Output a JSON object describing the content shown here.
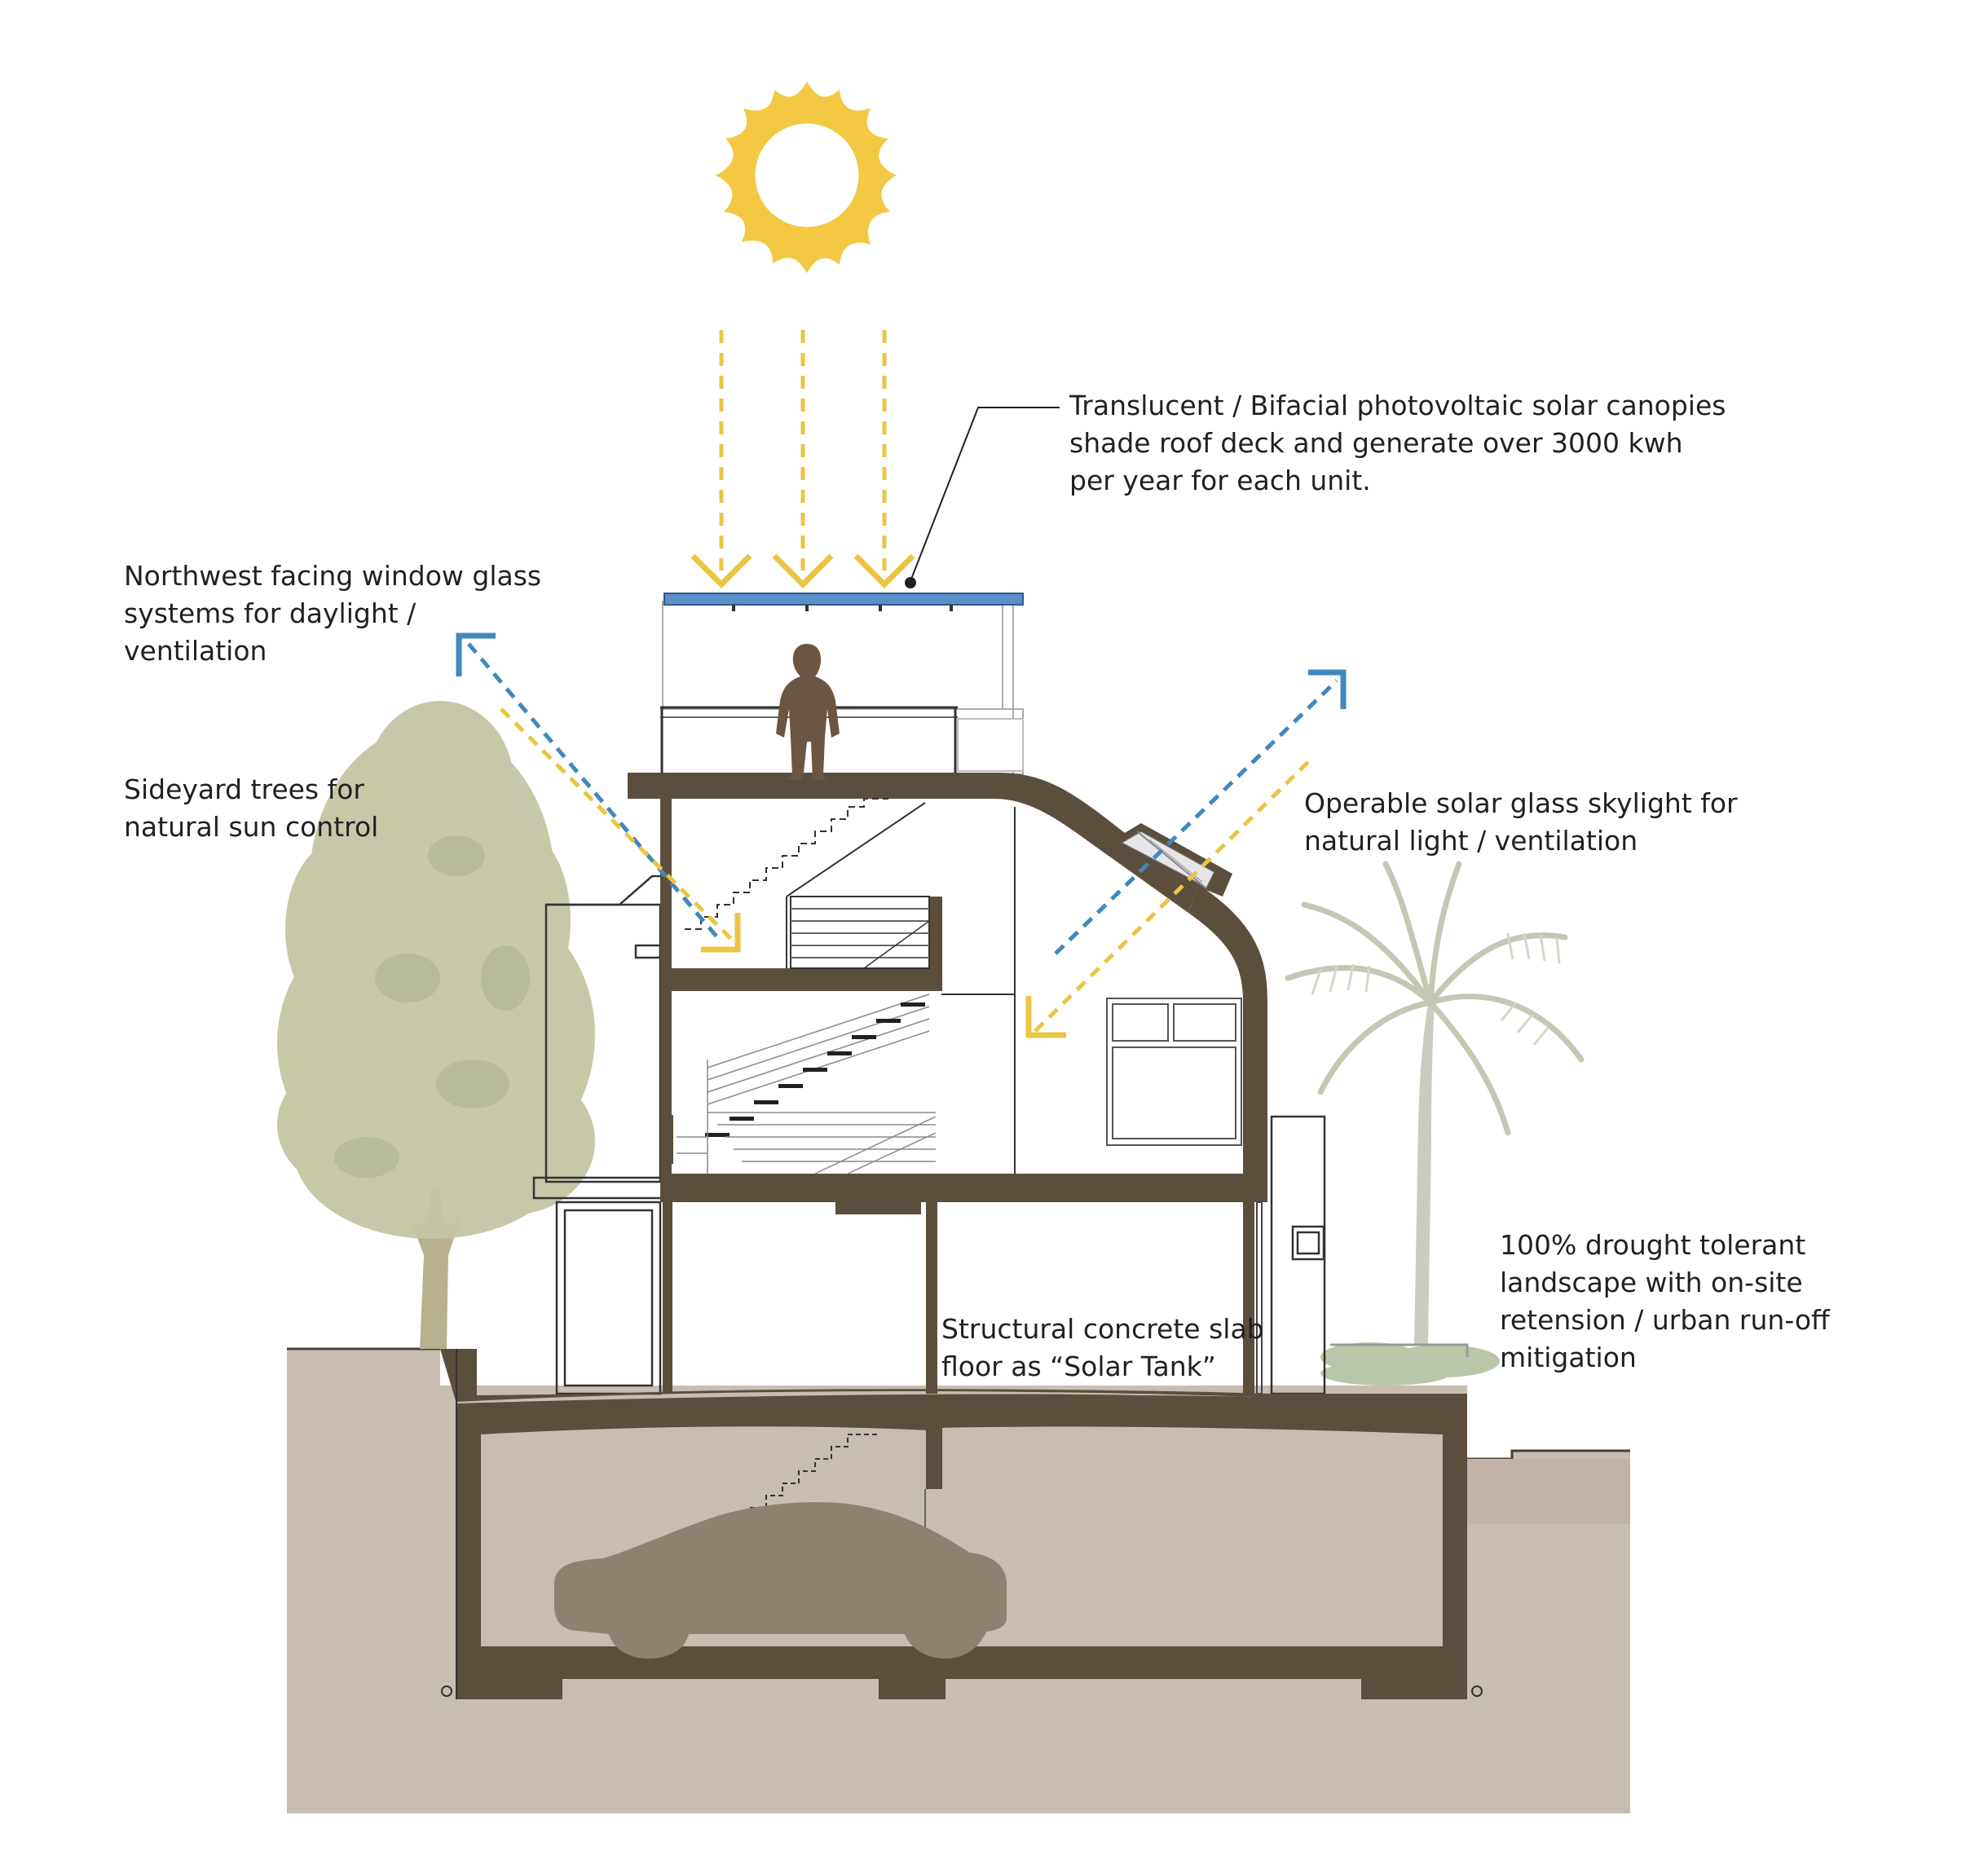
{
  "colors": {
    "ground": "#c7bdb1",
    "concrete": "#5c4e3d",
    "sun": "#f3c842",
    "sun_light": "#fbe9a6",
    "sunlight_arrow": "#ecc443",
    "air_arrow": "#3f88bd",
    "solar_panel": "#5b8fca",
    "tree": "#c3c6a4",
    "palm": "#c7cdb9",
    "car": "#8f8170",
    "person": "#6a5642"
  },
  "icons": [
    "sun-icon",
    "person-silhouette-icon",
    "car-silhouette-icon",
    "deciduous-tree-icon",
    "palm-tree-icon"
  ],
  "labels": {
    "solar_canopy": [
      "Translucent / Bifacial photovoltaic solar canopies",
      "shade roof deck and generate over 3000 kwh",
      "per year for each unit."
    ],
    "window_glass": [
      "Northwest facing window glass",
      "systems for daylight /",
      "ventilation"
    ],
    "trees": [
      "Sideyard trees for",
      "natural sun control"
    ],
    "skylight": [
      "Operable solar glass skylight for",
      "natural light / ventilation"
    ],
    "landscape": [
      "100% drought tolerant",
      "landscape with on-site",
      "retension / urban run-off",
      "mitigation"
    ],
    "slab": [
      "Structural concrete slab",
      "floor as “Solar Tank”"
    ]
  }
}
